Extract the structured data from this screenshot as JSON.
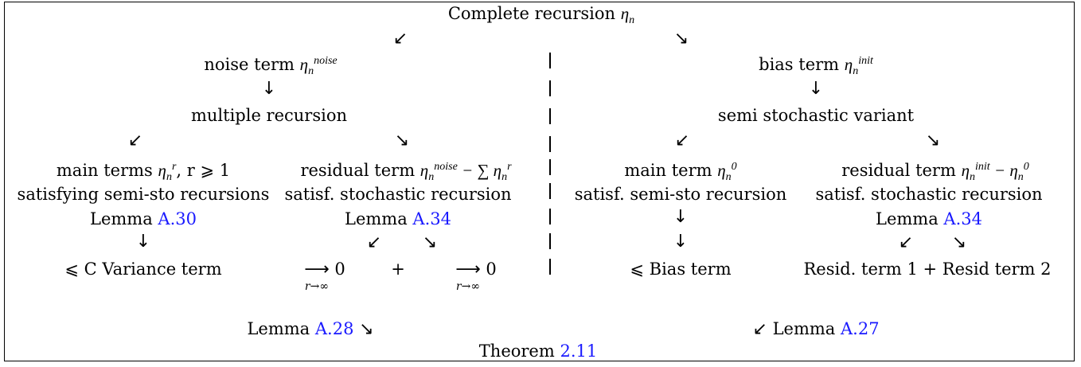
{
  "top": {
    "title": "Complete recursion",
    "sym": "η",
    "sub": "n"
  },
  "left": {
    "noise_label": "noise term",
    "noise_sym": "η",
    "noise_sup": "noise",
    "noise_sub": "n",
    "multiple": "multiple recursion",
    "main_label": "main terms",
    "main_sym": "η",
    "main_sup": "r",
    "main_sub": "n",
    "main_cond": ", r ⩾ 1",
    "main_desc": "satisfying semi-sto recursions",
    "main_lemma": "Lemma",
    "main_lemma_ref": "A.30",
    "variance": "⩽ C Variance term",
    "resid_label": "residual term",
    "resid_expr_a": "η",
    "resid_expr_sup": "noise",
    "resid_expr_sub": "n",
    "resid_expr_mid": " − ∑ η",
    "resid_expr_sup2": "r",
    "resid_expr_sub2": "n",
    "resid_desc": "satisf. stochastic recursion",
    "resid_lemma": "Lemma",
    "resid_lemma_ref": "A.34",
    "lim_zero": "0",
    "lim_under": "r→∞",
    "plus": "+"
  },
  "right": {
    "bias_label": "bias term",
    "bias_sym": "η",
    "bias_sup": "init",
    "bias_sub": "n",
    "semi": "semi stochastic variant",
    "main_label": "main term",
    "main_sym": "η",
    "main_sup": "0",
    "main_sub": "n",
    "main_desc": "satisf. semi-sto recursion",
    "bias_result": "⩽ Bias term",
    "resid_label": "residual term",
    "resid_sym": "η",
    "resid_sup": "init",
    "resid_sub": "n",
    "resid_mid": " − η",
    "resid_sup2": "0",
    "resid_sub2": "n",
    "resid_desc": "satisf. stochastic recursion",
    "resid_lemma": "Lemma",
    "resid_lemma_ref": "A.34",
    "resid_result": "Resid. term 1 + Resid term 2"
  },
  "bottom": {
    "left_lemma": "Lemma",
    "left_lemma_ref": "A.28",
    "right_lemma": "Lemma",
    "right_lemma_ref": "A.27",
    "theorem": "Theorem",
    "theorem_ref": "2.11"
  },
  "arrows": {
    "sw": "↙",
    "se": "↘",
    "down": "↓",
    "long": "⟶"
  },
  "colors": {
    "link": "#1a1aff",
    "text": "#000000"
  }
}
